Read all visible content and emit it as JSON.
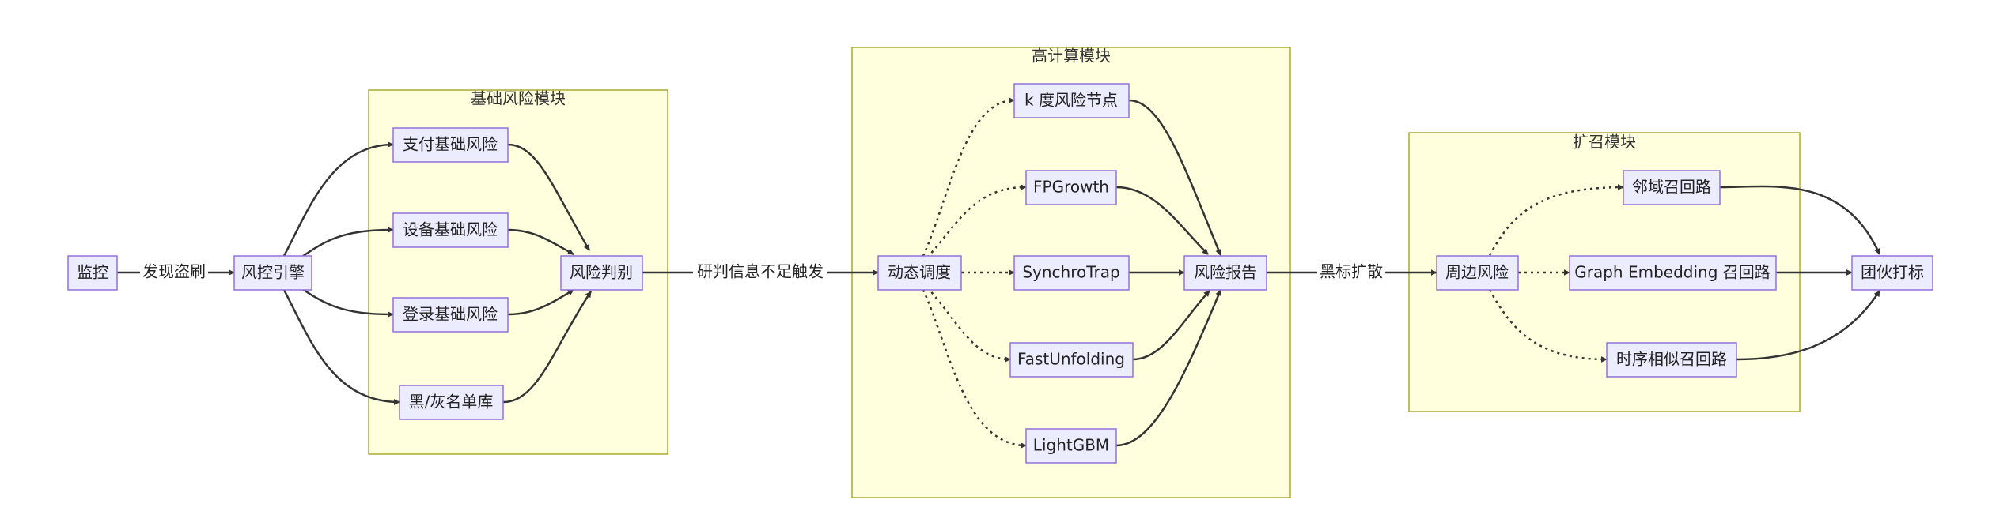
{
  "clusters": {
    "basic": {
      "title": "基础风险模块"
    },
    "compute": {
      "title": "高计算模块"
    },
    "recall": {
      "title": "扩召模块"
    }
  },
  "nodes": {
    "monitor": "监控",
    "risk_engine": "风控引擎",
    "pay_risk": "支付基础风险",
    "device_risk": "设备基础风险",
    "login_risk": "登录基础风险",
    "blacklist": "黑/灰名单库",
    "risk_judge": "风险判别",
    "dispatch": "动态调度",
    "k_degree": "k 度风险节点",
    "fpgrowth": "FPGrowth",
    "synchrotrap": "SynchroTrap",
    "fastunfolding": "FastUnfolding",
    "lightgbm": "LightGBM",
    "risk_report": "风险报告",
    "peripheral": "周边风险",
    "neighbor_recall": "邻域召回路",
    "graph_embedding": "Graph Embedding 召回路",
    "temporal_recall": "时序相似召回路",
    "gang_mark": "团伙打标"
  },
  "edge_labels": {
    "detect_fraud": "发现盗刷",
    "insufficient_info": "研判信息不足触发",
    "blacklist_expand": "黑标扩散"
  },
  "colors": {
    "node_fill": "#ececff",
    "node_stroke": "#9370db",
    "cluster_fill": "#ffffde",
    "cluster_stroke": "#aaaa33",
    "edge": "#333333"
  }
}
